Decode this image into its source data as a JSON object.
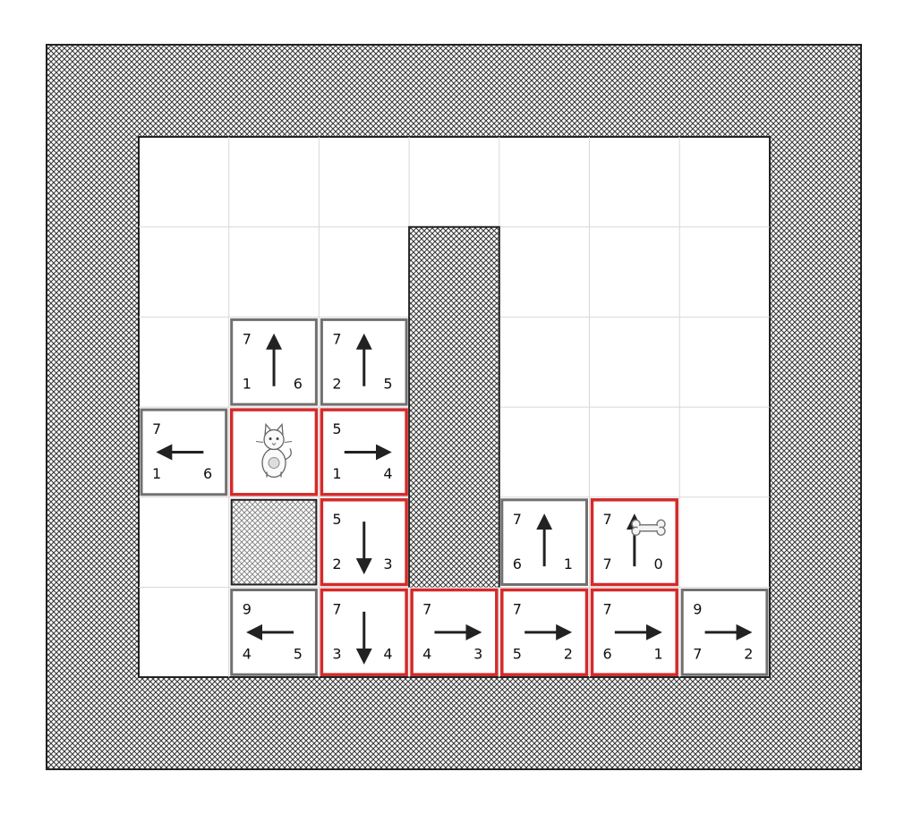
{
  "grid": {
    "cols": 7,
    "rows": 6
  },
  "walls": [
    {
      "col": 3,
      "row": 1
    },
    {
      "col": 3,
      "row": 2
    },
    {
      "col": 3,
      "row": 3
    },
    {
      "col": 3,
      "row": 4
    },
    {
      "col": 1,
      "row": 4
    }
  ],
  "cells": [
    {
      "col": 1,
      "row": 2,
      "f": "7",
      "g": "1",
      "h": "6",
      "arrow": "up",
      "on_path": false
    },
    {
      "col": 2,
      "row": 2,
      "f": "7",
      "g": "2",
      "h": "5",
      "arrow": "up",
      "on_path": false
    },
    {
      "col": 0,
      "row": 3,
      "f": "7",
      "g": "1",
      "h": "6",
      "arrow": "left",
      "on_path": false
    },
    {
      "col": 2,
      "row": 3,
      "f": "5",
      "g": "1",
      "h": "4",
      "arrow": "right",
      "on_path": true
    },
    {
      "col": 2,
      "row": 4,
      "f": "5",
      "g": "2",
      "h": "3",
      "arrow": "down",
      "on_path": true
    },
    {
      "col": 4,
      "row": 4,
      "f": "7",
      "g": "6",
      "h": "1",
      "arrow": "up",
      "on_path": false
    },
    {
      "col": 5,
      "row": 4,
      "f": "7",
      "g": "7",
      "h": "0",
      "arrow": "up",
      "on_path": true,
      "goal": true
    },
    {
      "col": 1,
      "row": 5,
      "f": "9",
      "g": "4",
      "h": "5",
      "arrow": "left",
      "on_path": false
    },
    {
      "col": 2,
      "row": 5,
      "f": "7",
      "g": "3",
      "h": "4",
      "arrow": "down",
      "on_path": true
    },
    {
      "col": 3,
      "row": 5,
      "f": "7",
      "g": "4",
      "h": "3",
      "arrow": "right",
      "on_path": true
    },
    {
      "col": 4,
      "row": 5,
      "f": "7",
      "g": "5",
      "h": "2",
      "arrow": "right",
      "on_path": true
    },
    {
      "col": 5,
      "row": 5,
      "f": "7",
      "g": "6",
      "h": "1",
      "arrow": "right",
      "on_path": true
    },
    {
      "col": 6,
      "row": 5,
      "f": "9",
      "g": "7",
      "h": "2",
      "arrow": "right",
      "on_path": false
    }
  ],
  "start": {
    "col": 1,
    "row": 3,
    "icon": "cat-icon"
  },
  "goal_icon": "bone-icon",
  "colors": {
    "path": "#d42a2a",
    "explored": "#707070",
    "wall": "#444444",
    "grid": "#d8d8d8"
  }
}
